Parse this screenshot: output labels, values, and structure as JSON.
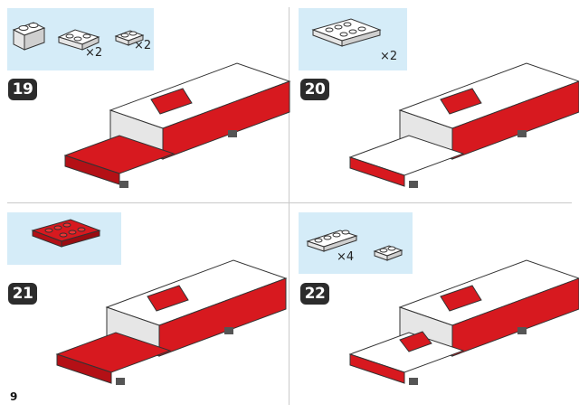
{
  "page": {
    "number": "9"
  },
  "colors": {
    "parts_bg": "#d5ecf8",
    "badge": "#2c2c2c",
    "red": "#d7191f",
    "white": "#ffffff",
    "grey": "#d0d0d0",
    "dark": "#333333"
  },
  "steps": [
    {
      "number": "19",
      "parts": [
        {
          "name": "white-1x2-brick"
        },
        {
          "name": "white-2x2-corner-plate",
          "qty": "×2"
        },
        {
          "name": "white-1x2-plate",
          "qty": "×2"
        }
      ]
    },
    {
      "number": "20",
      "parts": [
        {
          "name": "white-2x4-plate",
          "qty": "×2"
        }
      ]
    },
    {
      "number": "21",
      "parts": [
        {
          "name": "red-2x4-plate"
        }
      ]
    },
    {
      "number": "22",
      "parts": [
        {
          "name": "white-1x4-plate",
          "qty": "×4"
        },
        {
          "name": "white-1x2-plate"
        }
      ]
    }
  ]
}
